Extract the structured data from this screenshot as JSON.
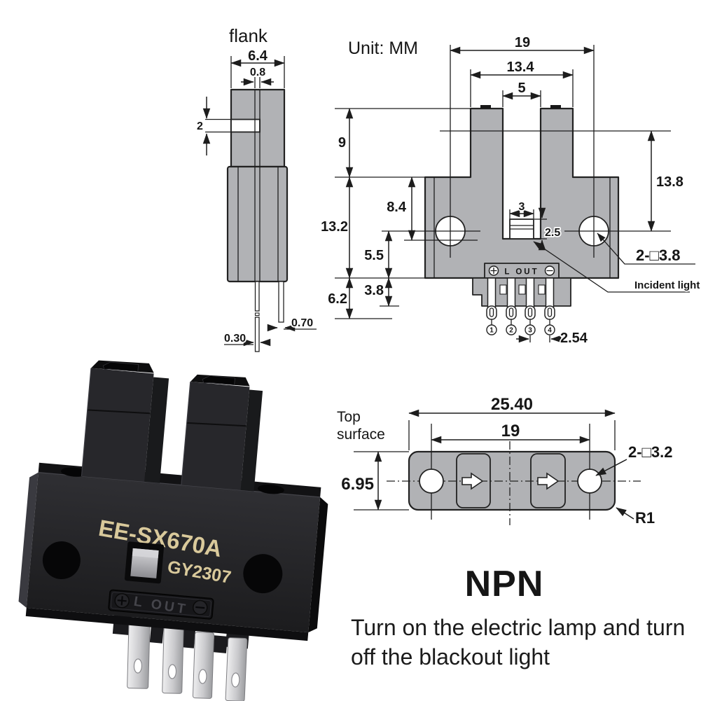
{
  "unit_label": "Unit: MM",
  "side_view": {
    "title": "flank",
    "dim_width": "6.4",
    "dim_slit": "0.8",
    "dim_notch": "2",
    "dim_lead_front": "0.30",
    "dim_lead_back": "0.70"
  },
  "front_view": {
    "dim_hole_pitch": "19",
    "dim_arms_width": "13.4",
    "dim_slot_width": "5",
    "dim_arm_height": "9",
    "dim_hole_depth": "13.8",
    "dim_window_top": "8.4",
    "dim_window_width": "3",
    "dim_window_height": "2.5",
    "dim_body_height": "13.2",
    "dim_hole_bottom": "5.5",
    "dim_shoulder": "3.8",
    "dim_terminals": "6.2",
    "dim_pitch": "2.54",
    "hole_callout": "2-□3.8",
    "incident_label": "Incident light",
    "terminal_label": "L OUT",
    "pin_numbers": [
      "1",
      "2",
      "3",
      "4"
    ]
  },
  "top_view": {
    "title_line1": "Top",
    "title_line2": "surface",
    "dim_width": "25.40",
    "dim_hole_pitch": "19",
    "dim_depth": "6.95",
    "hole_callout": "2-□3.2",
    "corner_radius": "R1"
  },
  "photo": {
    "model": "EE-SX670A",
    "code": "GY2307",
    "terminal_label": "L OUT"
  },
  "output_info": {
    "type": "NPN",
    "line1": "Turn on the electric lamp and turn",
    "line2": "off the blackout light"
  }
}
